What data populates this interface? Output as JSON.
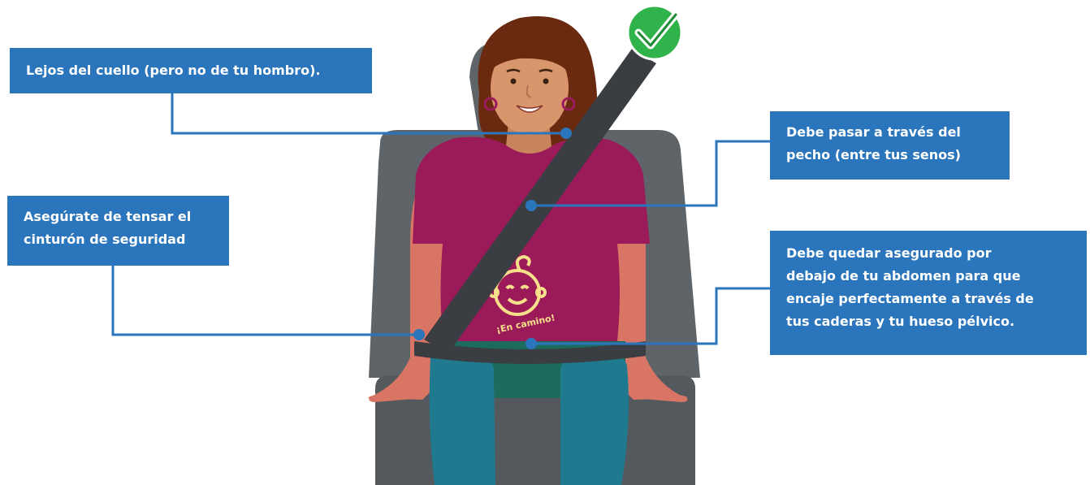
{
  "callouts": {
    "neck": "Lejos del cuello (pero no de tu hombro).",
    "chest": "Debe pasar a través del\npecho (entre tus senos)",
    "tighten": "Asegúrate de tensar el\ncinturón de seguridad",
    "lap": "Debe quedar asegurado por\ndebajo de tu abdomen para que\nencaje perfectamente a través de\ntus caderas y tu hueso pélvico."
  },
  "shirt_text": "¡En camino!",
  "colors": {
    "callout": "#2a75bb",
    "shirt": "#9b1b5a",
    "skin": "#d97565",
    "face": "#d9956c",
    "hair": "#6a2a10",
    "seat": "#5f6469",
    "belt": "#3a3d41",
    "pants": "#1f7a90",
    "check": "#2fb34a"
  },
  "icons": {
    "check": "check-mark-icon",
    "baby": "baby-face-icon"
  }
}
